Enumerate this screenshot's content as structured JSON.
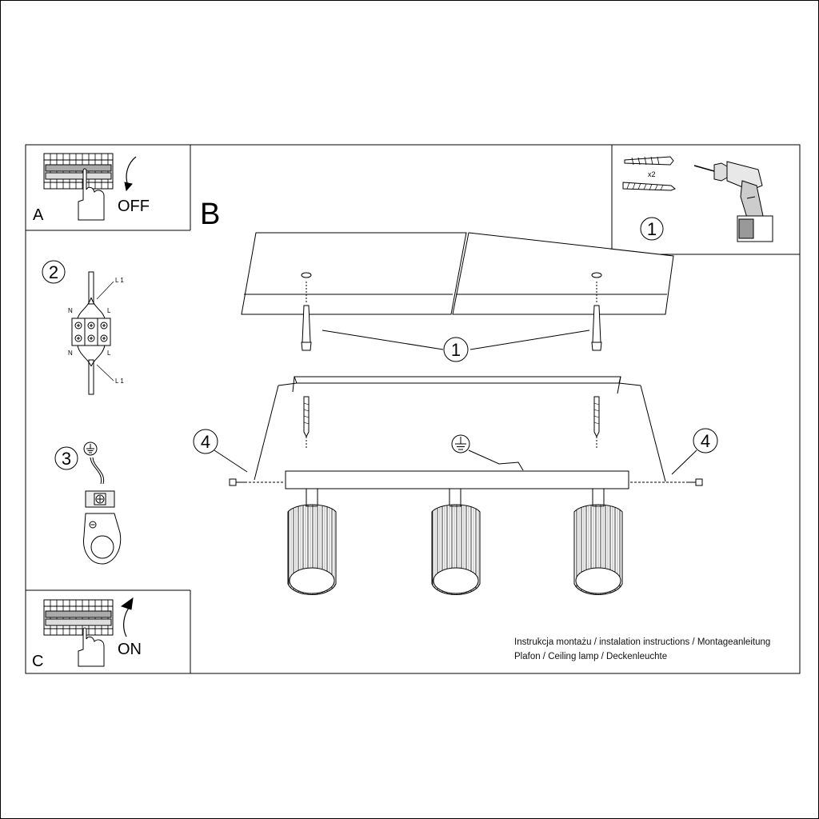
{
  "panels": {
    "a": {
      "letter": "A",
      "action": "OFF"
    },
    "c": {
      "letter": "C",
      "action": "ON"
    },
    "b": {
      "letter": "B"
    }
  },
  "steps": {
    "tools": "1",
    "wiring": "2",
    "ground": "3",
    "screws": "1",
    "side_left": "4",
    "side_right": "4"
  },
  "tools": {
    "dowel_qty": "x2"
  },
  "wiring_labels": {
    "l1_top": "L 1",
    "n_top": "N",
    "l_top": "L",
    "n_bottom": "N",
    "l_bottom": "L",
    "l1_bottom": "L 1"
  },
  "icons": [
    "ground-symbol-icon",
    "power-off-hand-icon",
    "power-on-hand-icon",
    "drill-icon",
    "wall-plug-icon",
    "screw-icon"
  ],
  "caption": {
    "line1": "Instrukcja montażu / instalation instructions / Montageanleitung",
    "line2": "Plafon / Ceiling lamp / Deckenleuchte"
  }
}
